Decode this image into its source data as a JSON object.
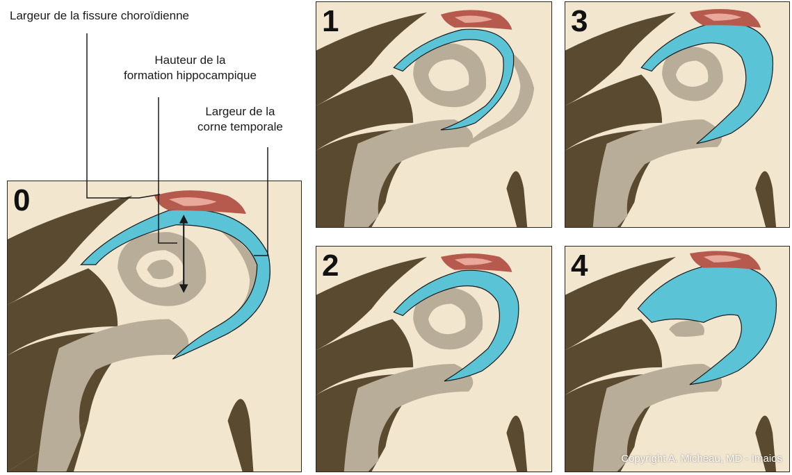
{
  "labels": {
    "fissure": "Largeur de la fissure choroïdienne",
    "hauteur_line1": "Hauteur de la",
    "hauteur_line2": "formation hippocampique",
    "corne_line1": "Largeur de la",
    "corne_line2": "corne temporale"
  },
  "panels": [
    {
      "number": "0"
    },
    {
      "number": "1"
    },
    {
      "number": "2"
    },
    {
      "number": "3"
    },
    {
      "number": "4"
    }
  ],
  "copyright": "Copyright A. Micheau, MD - Imaios",
  "colors": {
    "dark_tissue": "#5a4a30",
    "gray_matter": "#b8ad98",
    "white_matter": "#f2e6cf",
    "csf_blue": "#5bc3d6",
    "choroid_red": "#b65a4e",
    "choroid_pink": "#e8a89a",
    "outline": "#1a1a1a"
  }
}
